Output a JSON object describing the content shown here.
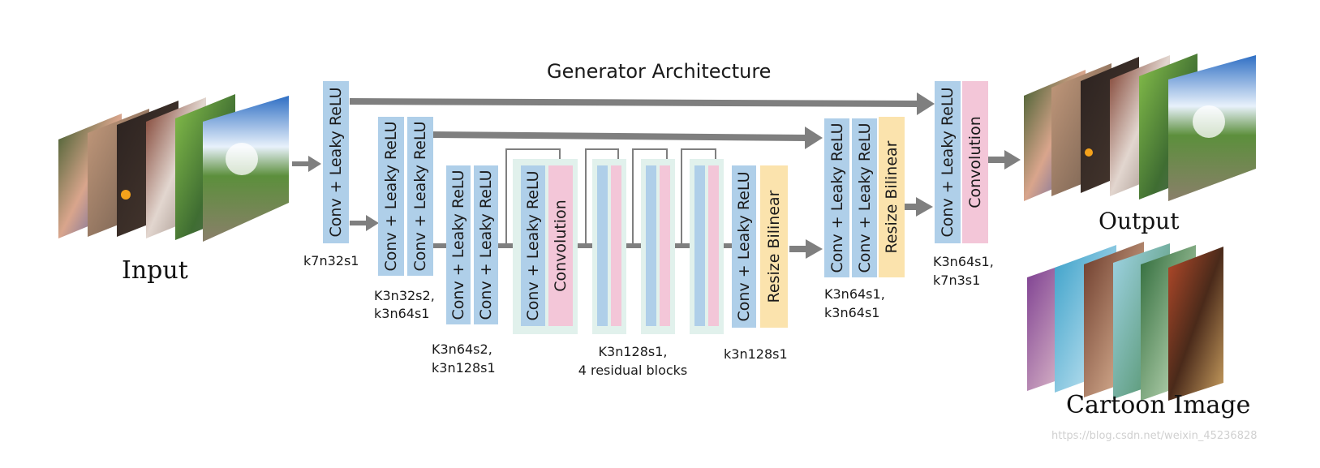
{
  "title": "Generator Architecture",
  "input_label": "Input",
  "output_label": "Output",
  "cartoon_label": "Cartoon Image",
  "watermark": "https://blog.csdn.net/weixin_45236828",
  "blocks": {
    "conv_leaky_relu": "Conv + Leaky ReLU",
    "convolution": "Convolution",
    "resize_bilinear": "Resize Bilinear"
  },
  "captions": {
    "stage1": "k7n32s1",
    "stage2_l1": "K3n32s2,",
    "stage2_l2": "k3n64s1",
    "stage3_l1": "K3n64s2,",
    "stage3_l2": "k3n128s1",
    "residual_l1": "K3n128s1,",
    "residual_l2": "4 residual blocks",
    "upsample1": "k3n128s1",
    "upsample2_l1": "K3n64s1,",
    "upsample2_l2": "k3n64s1",
    "final_l1": "K3n64s1,",
    "final_l2": "k7n3s1"
  },
  "colors": {
    "conv": "#afcfe9",
    "convolution": "#f3c6d8",
    "resize": "#fbe3ad",
    "residual_bg": "#e1f1ec",
    "arrow": "#7f7f7f"
  }
}
